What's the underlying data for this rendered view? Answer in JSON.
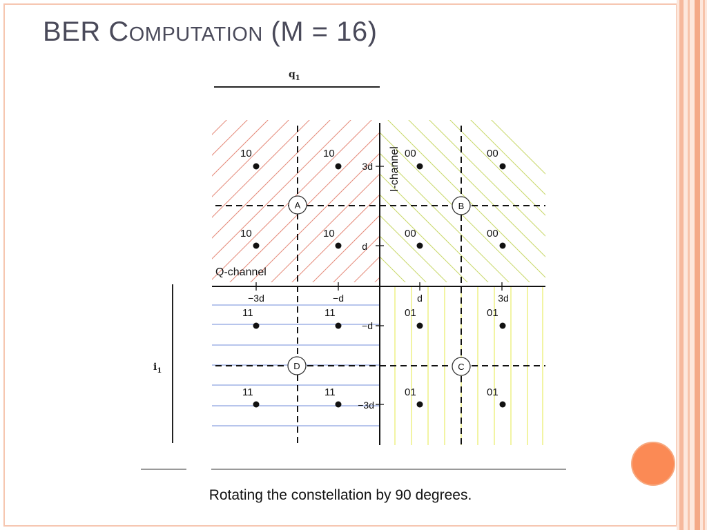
{
  "slide": {
    "title_first": "BER ",
    "title_capital": "C",
    "title_smallcaps": "omputation",
    "title_suffix": " (M = 16)",
    "caption": "Rotating the constellation by 90 degrees.",
    "colors": {
      "accent_orange": "#fb8a55",
      "stripe_light": "#fde3d6",
      "stripe_mid": "#f7b79a",
      "hatch_red": "#e58a7a",
      "hatch_yellowgreen": "#c8d86a",
      "hatch_yellow": "#e9ec66",
      "hatch_blue": "#6f8bd8"
    }
  },
  "diagram": {
    "q_label": "q",
    "q_sub": "1",
    "i_label": "i",
    "i_sub": "1",
    "i_channel": "I-channel",
    "q_channel": "Q-channel",
    "regions": {
      "A": "A",
      "B": "B",
      "C": "C",
      "D": "D"
    },
    "v_ticks": {
      "t3d": "3d",
      "td": "d",
      "tmd": "−d",
      "tm3d": "−3d"
    },
    "h_ticks": {
      "tm3d": "−3d",
      "tmd": "−d",
      "td": "d",
      "t3d": "3d"
    },
    "symbols": {
      "r1c1": "10",
      "r1c2": "10",
      "r1c3": "00",
      "r1c4": "00",
      "r2c1": "10",
      "r2c2": "10",
      "r2c3": "00",
      "r2c4": "00",
      "r3c1": "11",
      "r3c2": "11",
      "r3c3": "01",
      "r3c4": "01",
      "r4c1": "11",
      "r4c2": "11",
      "r4c3": "01",
      "r4c4": "01"
    }
  }
}
